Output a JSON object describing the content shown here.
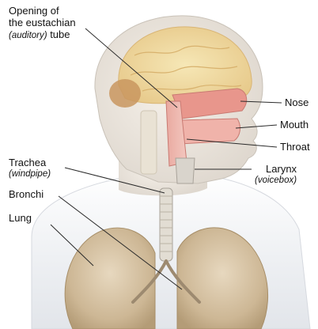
{
  "labels": {
    "eustachian": {
      "line1": "Opening of",
      "line2": "the eustachian",
      "italic": "(auditory)",
      "rest": " tube"
    },
    "nose": "Nose",
    "mouth": "Mouth",
    "throat": "Throat",
    "larynx": {
      "name": "Larynx",
      "sub": "(voicebox)"
    },
    "trachea": {
      "name": "Trachea",
      "sub": "(windpipe)"
    },
    "bronchi": "Bronchi",
    "lung": "Lung"
  }
}
